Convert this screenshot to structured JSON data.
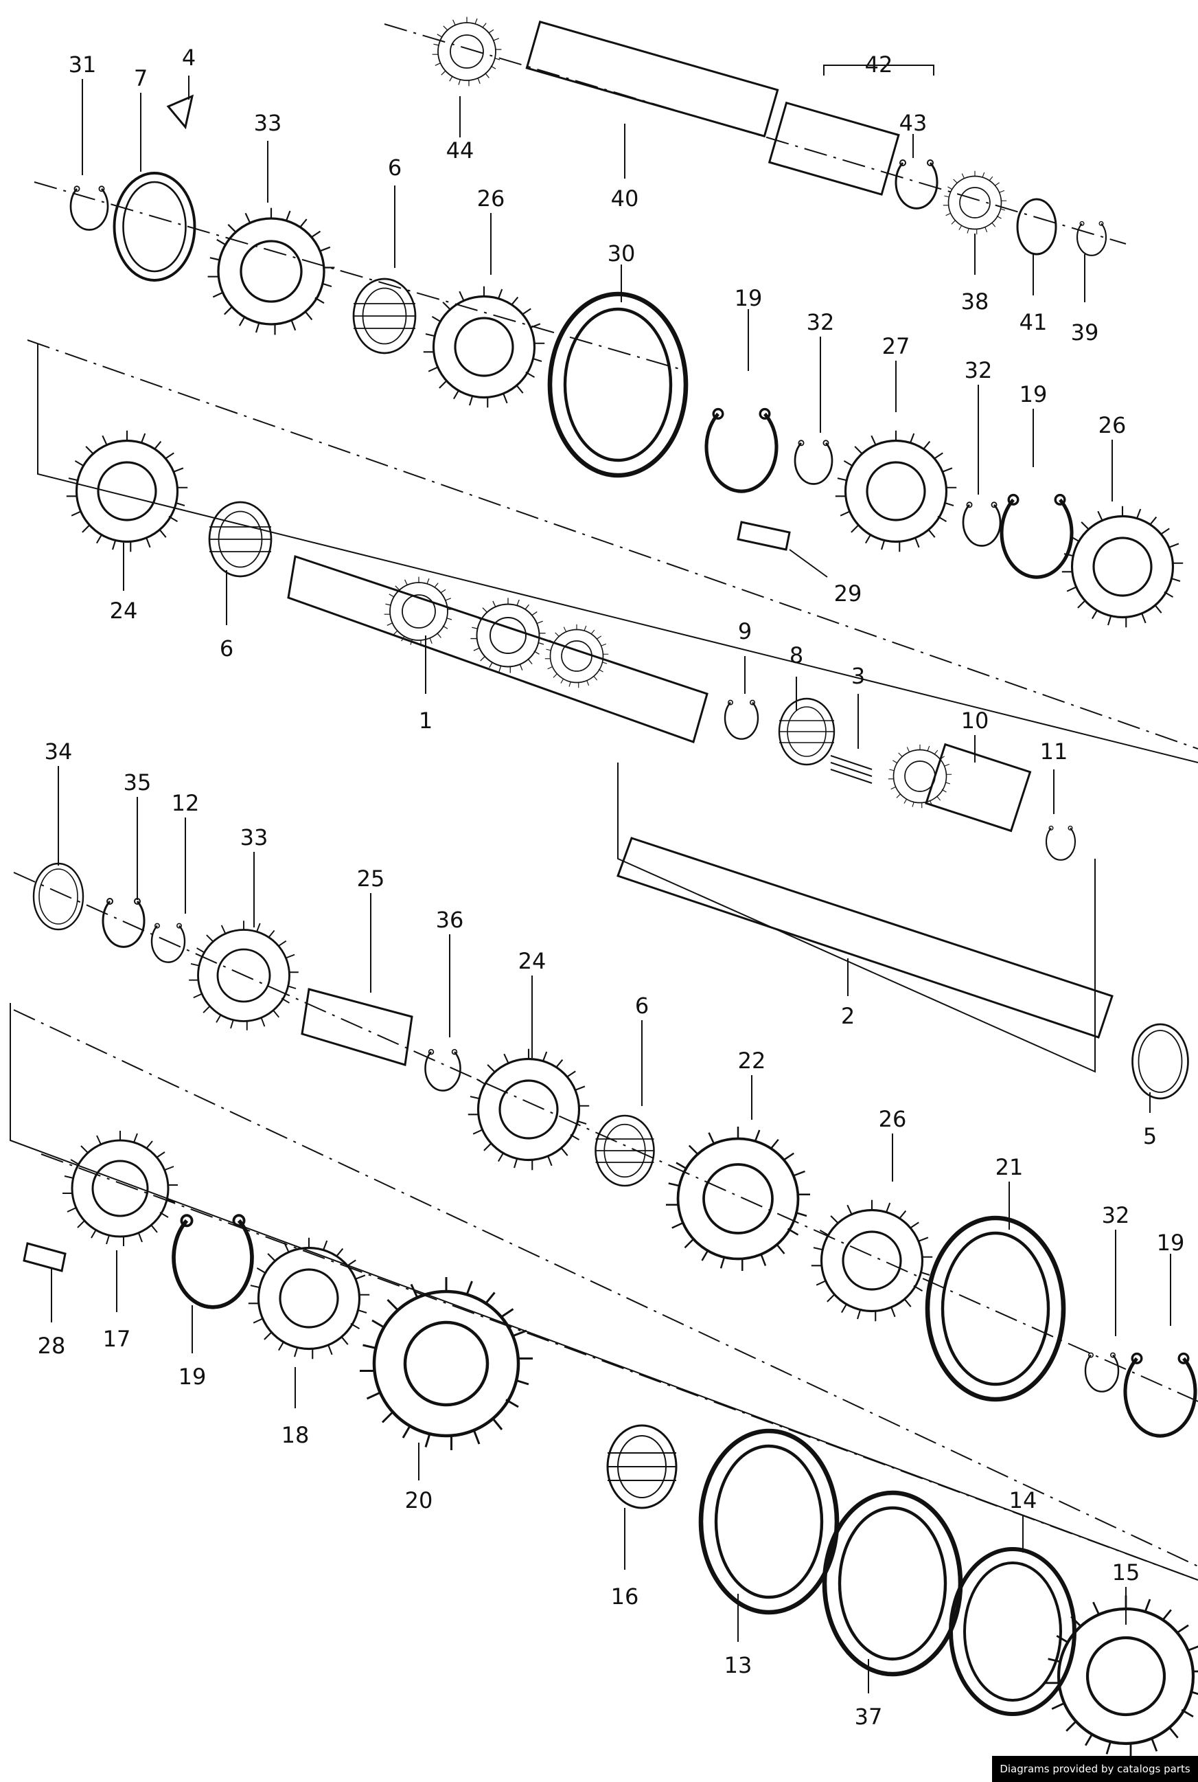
{
  "callouts": [
    "31",
    "7",
    "4",
    "33",
    "6",
    "26",
    "44",
    "40",
    "42",
    "43",
    "38",
    "41",
    "39",
    "30",
    "19",
    "32",
    "27",
    "32",
    "19",
    "26",
    "24",
    "6",
    "1",
    "9",
    "8",
    "3",
    "10",
    "11",
    "29",
    "34",
    "35",
    "12",
    "33",
    "25",
    "36",
    "24",
    "6",
    "22",
    "26",
    "21",
    "32",
    "19",
    "2",
    "5",
    "28",
    "17",
    "19",
    "18",
    "20",
    "16",
    "13",
    "37",
    "14",
    "15"
  ],
  "footer": "Diagrams provided by catalogs parts"
}
